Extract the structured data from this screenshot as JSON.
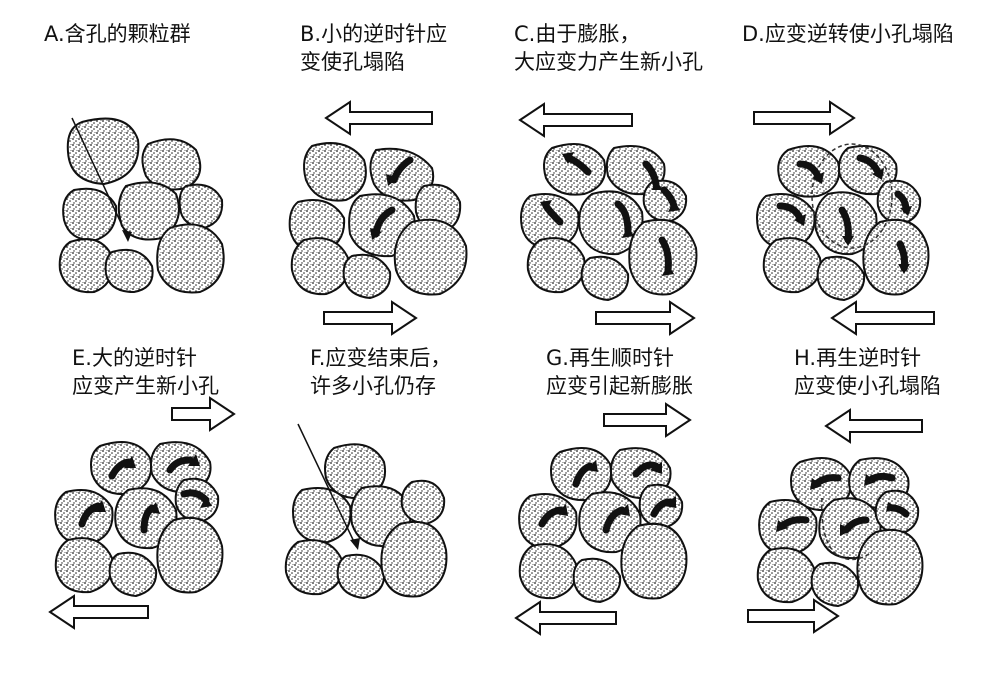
{
  "panels": [
    {
      "label_lines": [
        "A.含孔的颗粒群"
      ]
    },
    {
      "label_lines": [
        "B.小的逆时针应",
        "变使孔塌陷"
      ]
    },
    {
      "label_lines": [
        "C.由于膨胀，",
        "大应变力产生新小孔"
      ]
    },
    {
      "label_lines": [
        "D.应变逆转使小孔塌陷"
      ]
    },
    {
      "label_lines": [
        "E.大的逆时针",
        "应变产生新小孔"
      ]
    },
    {
      "label_lines": [
        "F.应变结束后，",
        "许多小孔仍存"
      ]
    },
    {
      "label_lines": [
        "G.再生顺时针",
        "应变引起新膨胀"
      ]
    },
    {
      "label_lines": [
        "H.再生逆时针",
        "应变使小孔塌陷"
      ]
    }
  ],
  "colors": {
    "grain_fill": "#d2d2d2",
    "outline": "#111111",
    "arrow": "#111111"
  }
}
